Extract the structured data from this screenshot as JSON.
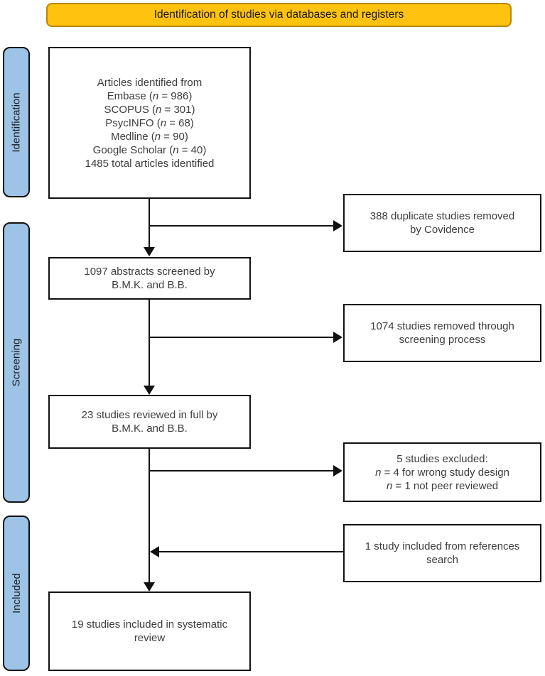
{
  "banner": {
    "label": "Identification of studies via databases and registers"
  },
  "colors": {
    "banner_bg": "#ffc20e",
    "banner_border": "#b8860b",
    "stage_bg": "#9dc3e6",
    "box_border": "#111111",
    "text": "#3d3d3d"
  },
  "stages": [
    {
      "label": "Identification"
    },
    {
      "label": "Screening"
    },
    {
      "label": "Included"
    }
  ],
  "boxes": {
    "identified": {
      "lines": [
        "Articles identified from",
        "Embase (n = 986)",
        "SCOPUS (n = 301)",
        "PsycINFO (n = 68)",
        "Medline (n = 90)",
        "Google Scholar (n = 40)",
        "1485 total articles identified"
      ]
    },
    "duplicates_removed": {
      "lines": [
        "388 duplicate studies removed",
        "by Covidence"
      ]
    },
    "abstracts_screened": {
      "lines": [
        "1097 abstracts screened by",
        "B.M.K. and B.B."
      ]
    },
    "screening_removed": {
      "lines": [
        "1074 studies removed through",
        "screening process"
      ]
    },
    "full_text_reviewed": {
      "lines": [
        "23 studies reviewed in full by",
        "B.M.K. and B.B."
      ]
    },
    "excluded": {
      "lines": [
        "5 studies excluded:",
        "n = 4 for wrong study design",
        "n = 1 not peer reviewed"
      ]
    },
    "references_included": {
      "lines": [
        "1 study included from references",
        "search"
      ]
    },
    "final_included": {
      "lines": [
        "19 studies included in systematic",
        "review"
      ]
    }
  }
}
